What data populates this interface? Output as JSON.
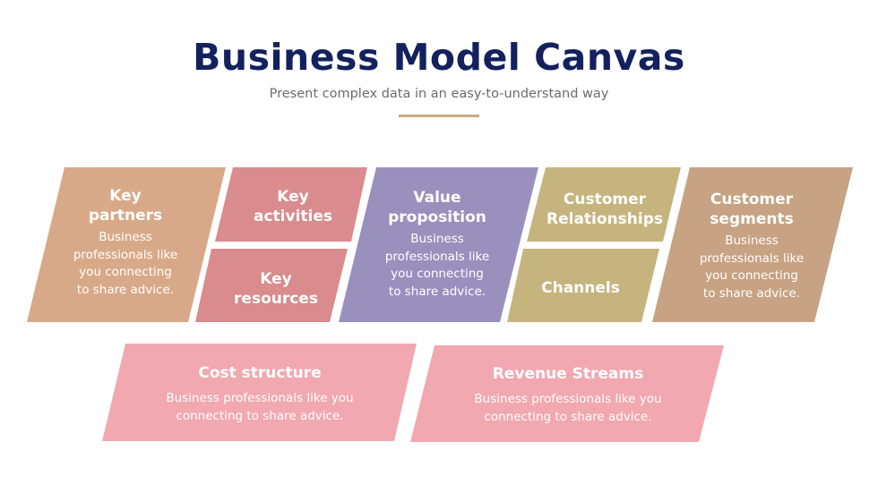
{
  "header": {
    "title": "Business Model Canvas",
    "subtitle": "Present complex data in an easy-to-understand way",
    "accent_color": "#c9a882"
  },
  "blocks": {
    "key_partners": {
      "title_line1": "Key",
      "title_line2": "partners",
      "description": [
        "Business",
        "professionals like",
        "you connecting",
        "to share advice."
      ],
      "color": "#d8a988"
    },
    "key_activities": {
      "title_line1": "Key",
      "title_line2": "activities",
      "color": "#d98b8e"
    },
    "key_resources": {
      "title_line1": "Key",
      "title_line2": "resources",
      "color": "#d98b8e"
    },
    "value_proposition": {
      "title_line1": "Value",
      "title_line2": "proposition",
      "description": [
        "Business",
        "professionals like",
        "you connecting",
        "to share advice."
      ],
      "color": "#9a90bd"
    },
    "customer_relationships": {
      "title_line1": "Customer",
      "title_line2": "Relationships",
      "color": "#c6b47e"
    },
    "channels": {
      "title_line1": "Channels",
      "color": "#c6b47e"
    },
    "customer_segments": {
      "title_line1": "Customer",
      "title_line2": "segments",
      "description": [
        "Business",
        "professionals like",
        "you connecting",
        "to share advice."
      ],
      "color": "#c7a283"
    },
    "cost_structure": {
      "title_line1": "Cost structure",
      "description": [
        "Business professionals like you",
        "connecting to share advice."
      ],
      "color": "#f2a8b0"
    },
    "revenue_streams": {
      "title_line1": "Revenue Streams",
      "description": [
        "Business professionals like you",
        "connecting to share advice."
      ],
      "color": "#f2a8b0"
    }
  }
}
